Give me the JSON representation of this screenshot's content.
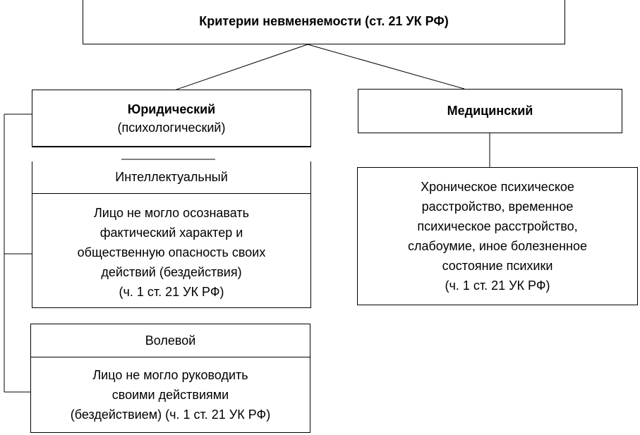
{
  "title": "Критерии невменяемости (ст. 21 УК РФ)",
  "juridical": {
    "name": "Юридический",
    "subtitle": "(психологический)"
  },
  "medical": {
    "name": "Медицинский",
    "description_lines": [
      "Хроническое психическое",
      "расстройство, временное",
      "психическое расстройство,",
      "слабоумие, иное болезненное",
      "состояние психики",
      "(ч. 1 ст. 21 УК РФ)"
    ]
  },
  "intellectual": {
    "name": "Интеллектуальный",
    "description_lines": [
      "Лицо не могло осознавать",
      "фактический характер и",
      "общественную опасность своих",
      "действий (бездействия)",
      "(ч. 1 ст. 21 УК РФ)"
    ]
  },
  "volitional": {
    "name": "Волевой",
    "description_lines": [
      "Лицо не могло руководить",
      "своими действиями",
      "(бездействием) (ч. 1 ст. 21 УК РФ)"
    ]
  }
}
